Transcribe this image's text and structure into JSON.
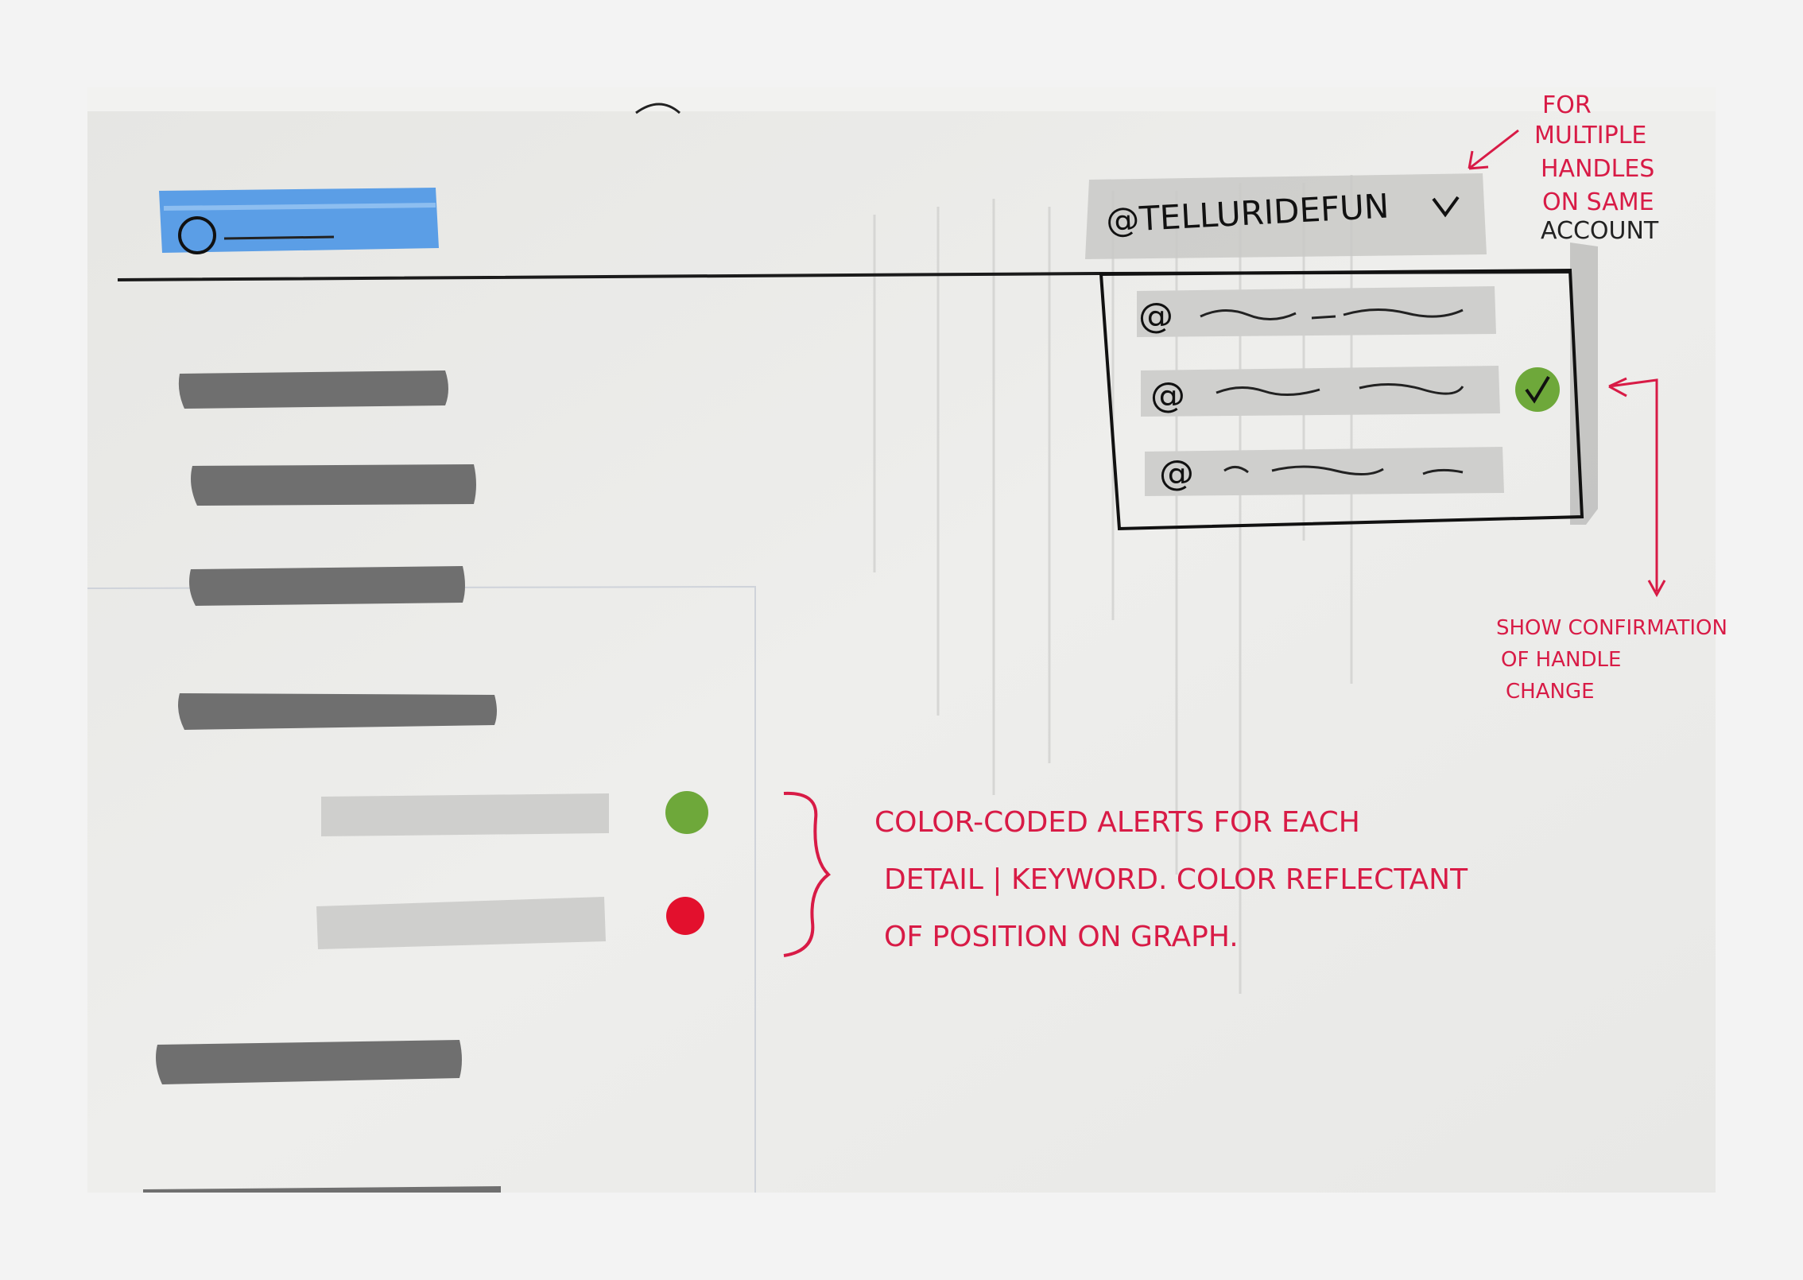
{
  "colors": {
    "paper": "#e9e9e6",
    "frame": "#f4f4f4",
    "logo_blue": "#5b9ee6",
    "marker_gray": "#6f6f6f",
    "light_gray": "#bdbdbd",
    "ink": "#1a1a1a",
    "annotation_red": "#d81b46",
    "status_green": "#6ea83a",
    "status_red": "#e3102d"
  },
  "header": {
    "logo": {
      "icon": "logo-circle-icon"
    },
    "account_switcher": {
      "current_handle": "@TELLURIDEFUN",
      "icon": "chevron-down-icon"
    }
  },
  "handle_dropdown": {
    "items": [
      {
        "prefix": "@",
        "selected": false
      },
      {
        "prefix": "@",
        "selected": true,
        "icon": "checkmark-icon"
      },
      {
        "prefix": "@",
        "selected": false
      }
    ]
  },
  "sidebar": {
    "items_count_top": 4
  },
  "alerts": {
    "items": [
      {
        "status": "green"
      },
      {
        "status": "red"
      }
    ]
  },
  "annotations": {
    "multiple_handles": [
      "FOR",
      "MULTIPLE",
      "HANDLES",
      "ON SAME",
      "ACCOUNT"
    ],
    "confirmation": [
      "SHOW CONFIRMATION",
      "OF HANDLE",
      "CHANGE"
    ],
    "alerts": [
      "COLOR-CODED ALERTS FOR EACH",
      "DETAIL | KEYWORD. COLOR REFLECTANT",
      "OF POSITION ON GRAPH."
    ]
  }
}
